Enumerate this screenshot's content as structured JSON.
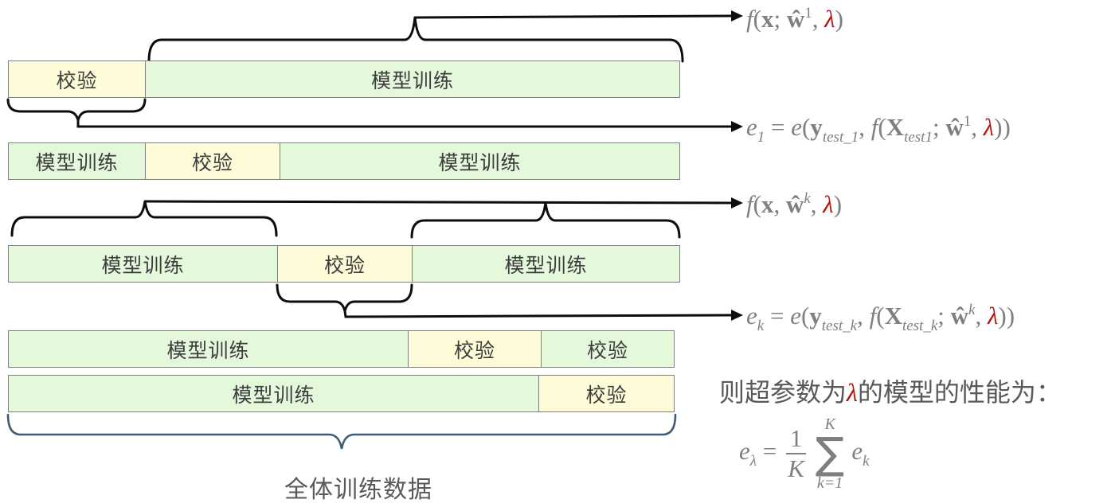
{
  "colors": {
    "validation_fill": "#fdfbd8",
    "training_fill": "#e4f8db",
    "segment_border": "#808080",
    "segment_text": "#3d3d3d",
    "math_gray": "#7f7f7f",
    "lambda_red": "#b41410",
    "brace_black": "#0d0d0d",
    "bottom_brace_blue": "#405d78",
    "chinese_text_gray": "#595959"
  },
  "bars": {
    "row1": {
      "seg1": "校验",
      "seg2": "模型训练"
    },
    "row2": {
      "seg1": "模型训练",
      "seg2": "校验",
      "seg3": "模型训练"
    },
    "row3": {
      "seg1": "模型训练",
      "seg2": "校验",
      "seg3": "模型训练"
    },
    "row4": {
      "seg1": "模型训练",
      "seg2": "校验",
      "seg3": "校验"
    },
    "row5": {
      "seg1": "模型训练",
      "seg2": "校验"
    }
  },
  "formulas": {
    "f1": {
      "f": "f",
      "open": "(",
      "x": "x",
      "semi": "; ",
      "w": "ŵ",
      "wsup": "1",
      "comma": ", ",
      "lambda": "λ",
      "close": ")"
    },
    "e1": {
      "e": "e",
      "esub": "1",
      "eq": " = ",
      "efn": "e",
      "open": "(",
      "y": "y",
      "ysub": "test_1",
      "comma": ", ",
      "f": "f",
      "open2": "(",
      "X": "X",
      "Xsub": "test1",
      "semi": "; ",
      "w": "ŵ",
      "wsup": "1",
      "comma2": ", ",
      "lambda": "λ",
      "close": "))"
    },
    "fk": {
      "f": "f",
      "open": "(",
      "x": "x",
      "comma": ", ",
      "w": "ŵ",
      "wsup": "k",
      "comma2": ", ",
      "lambda": "λ",
      "close": ")"
    },
    "ek": {
      "e": "e",
      "esub": "k",
      "eq": " = ",
      "efn": "e",
      "open": "(",
      "y": "y",
      "ysub": "test_k",
      "comma": ", ",
      "f": "f",
      "open2": "(",
      "X": "X",
      "Xsub": "test_k",
      "semi": "; ",
      "w": "ŵ",
      "wsup": "k",
      "comma2": ", ",
      "lambda": "λ",
      "close": "))"
    },
    "elambda": {
      "e": "e",
      "esub": "λ",
      "eq": " = ",
      "num": "1",
      "den": "K",
      "sigma_upper": "K",
      "sigma": "∑",
      "sigma_lower": "k=1",
      "ek_e": "e",
      "ek_sub": "k"
    }
  },
  "labels": {
    "performance_prefix": "则超参数为",
    "performance_lambda": "λ",
    "performance_suffix": "的模型的性能为：",
    "all_training_data": "全体训练数据"
  }
}
